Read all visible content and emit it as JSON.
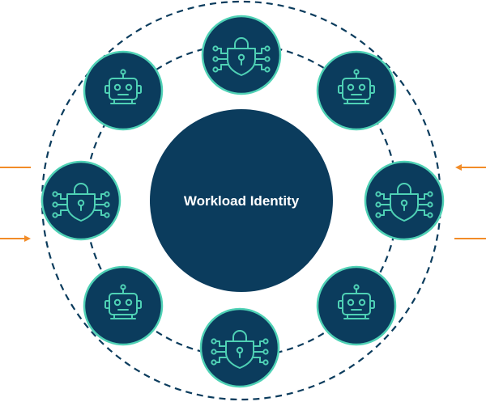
{
  "center": {
    "label": "Workload Identity"
  },
  "nodes": [
    {
      "id": "top",
      "kind": "lock-shield",
      "icon": "shield-lock-icon"
    },
    {
      "id": "top-right",
      "kind": "robot",
      "icon": "robot-icon"
    },
    {
      "id": "right",
      "kind": "lock-shield",
      "icon": "shield-lock-icon"
    },
    {
      "id": "bottom-right",
      "kind": "robot",
      "icon": "robot-icon"
    },
    {
      "id": "bottom",
      "kind": "lock-shield",
      "icon": "shield-lock-icon"
    },
    {
      "id": "bottom-left",
      "kind": "robot",
      "icon": "robot-icon"
    },
    {
      "id": "left",
      "kind": "lock-shield",
      "icon": "shield-lock-icon"
    },
    {
      "id": "top-left",
      "kind": "robot",
      "icon": "robot-icon"
    }
  ],
  "arrows": [
    {
      "id": "left-upper",
      "direction": "none"
    },
    {
      "id": "left-lower",
      "direction": "inward"
    },
    {
      "id": "right-upper",
      "direction": "inward"
    },
    {
      "id": "right-lower",
      "direction": "none"
    }
  ],
  "colors": {
    "navy": "#0b3c5d",
    "teal": "#4fd1b5",
    "orange": "#f28c28",
    "white": "#ffffff"
  }
}
